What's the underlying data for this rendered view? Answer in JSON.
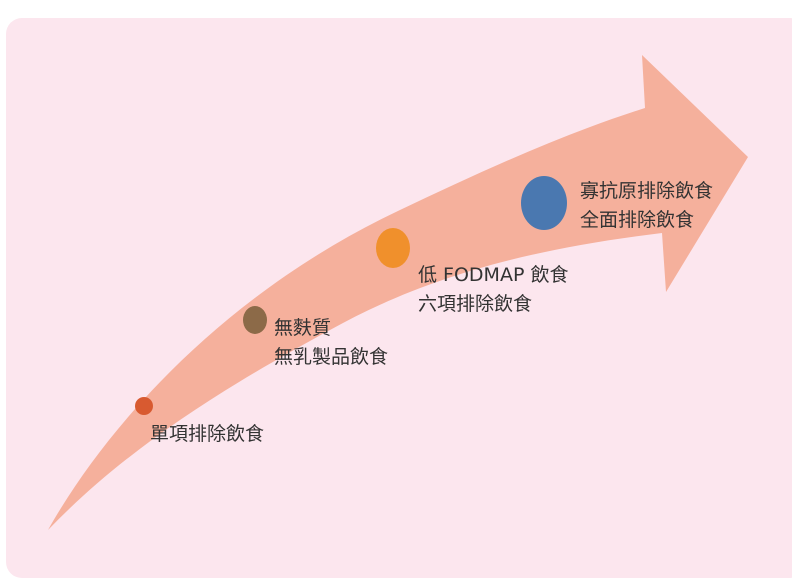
{
  "colors": {
    "background": "#fce6ee",
    "arrow": "#f5b09c",
    "stage1": "#d85a30",
    "stage2": "#8c6a48",
    "stage3": "#f0902c",
    "stage4": "#4a78b0"
  },
  "stages": [
    {
      "lines": [
        "單項排除飲食"
      ]
    },
    {
      "lines": [
        "無麩質",
        "無乳製品飲食"
      ]
    },
    {
      "lines": [
        "低 FODMAP 飲食",
        "六項排除飲食"
      ]
    },
    {
      "lines": [
        "寡抗原排除飲食",
        "全面排除飲食"
      ]
    }
  ]
}
